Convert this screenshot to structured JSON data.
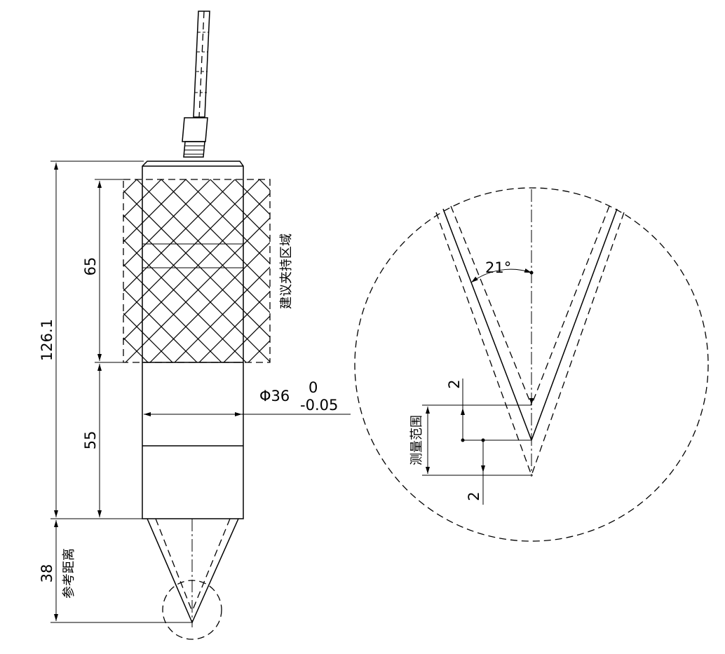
{
  "dimensions": {
    "total_length": "126.1",
    "grip_length": "65",
    "lower_length": "55",
    "ref_distance": "38",
    "diameter_main": "Φ36",
    "diameter_tol_upper": "0",
    "diameter_tol_lower": "-0.05",
    "angle": "21°",
    "range_upper": "2",
    "range_lower": "2"
  },
  "labels": {
    "grip_area": "建议夹持区域",
    "ref_distance": "参考距离",
    "measure_range": "测量范围"
  }
}
